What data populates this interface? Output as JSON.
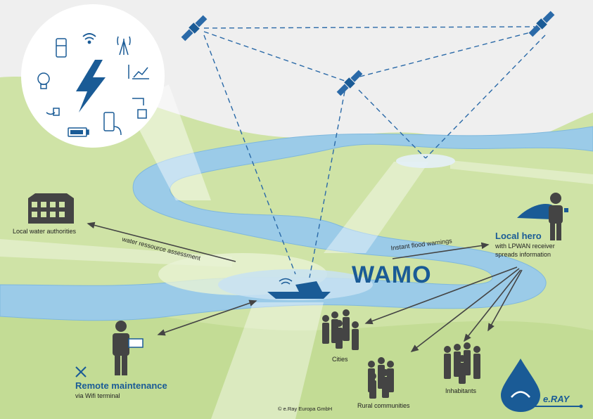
{
  "title": "WAMO",
  "labels": {
    "local_water_authorities": "Local water authorities",
    "water_ressource_assessment": "water ressource assessment",
    "instant_flood_warnings": "Instant flood warnings",
    "local_hero": "Local hero",
    "local_hero_sub1": "with LPWAN receiver",
    "local_hero_sub2": "spreads information",
    "remote_maintenance": "Remote maintenance",
    "remote_maintenance_sub": "via Wifi terminal",
    "cities": "Cities",
    "rural_communities": "Rural communities",
    "inhabitants": "Inhabitants",
    "copyright": "© e.Ray Europa GmbH"
  },
  "logo": {
    "brand": "e.RAY"
  },
  "icons": [
    "phone-fridge-icon",
    "wifi-icon",
    "radio-tower-icon",
    "lightbulb-icon",
    "lightning-icon",
    "solar-chart-icon",
    "plug-icon",
    "water-tap-icon",
    "battery-icon",
    "smartphone-icon"
  ],
  "colors": {
    "accent": "#1a5b96",
    "river": "#9bcbe8",
    "land": "#cfe3a6",
    "sky": "#efefef",
    "person": "#444444"
  }
}
